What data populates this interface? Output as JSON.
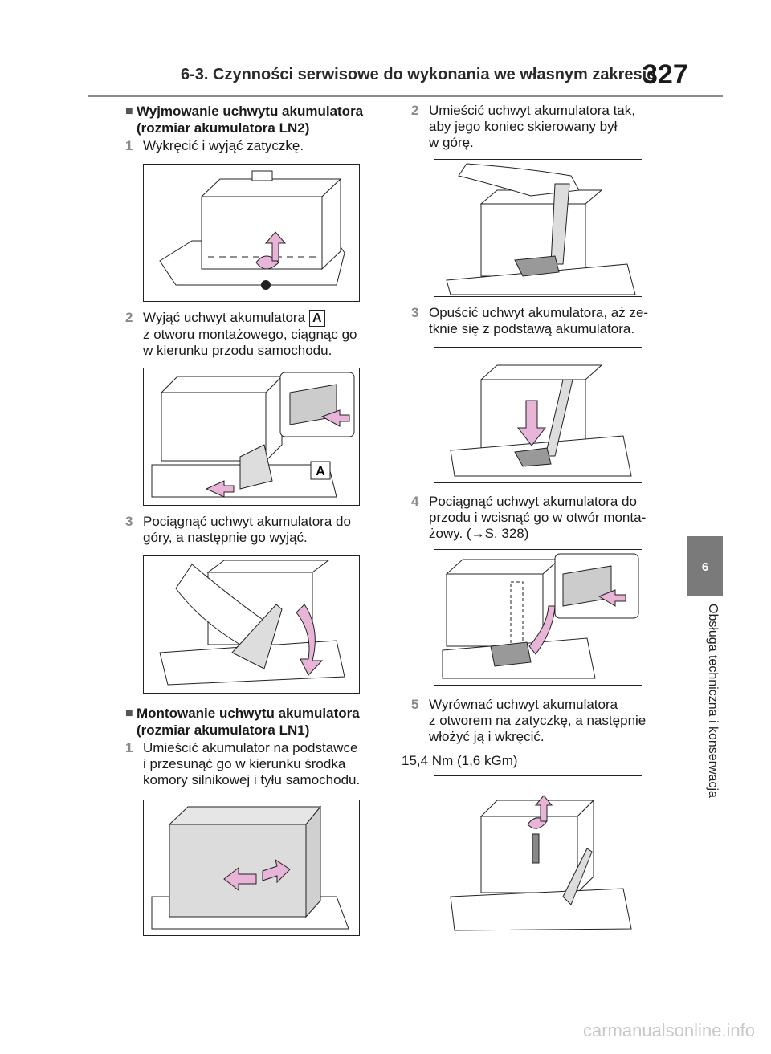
{
  "header": {
    "section_title": "6-3. Czynności serwisowe do wykonania we własnym zakresie",
    "page_number": "327"
  },
  "side_tab": {
    "chapter_number": "6",
    "chapter_label": "Obsługa techniczna i konserwacja"
  },
  "left_column": {
    "heading_1": "Wyjmowanie uchwytu akumulatora (rozmiar akumulatora LN2)",
    "step_1_num": "1",
    "step_1_text": "Wykręcić i wyjąć zatyczkę.",
    "step_2_num": "2",
    "step_2_text_before": "Wyjąć uchwyt akumulatora ",
    "step_2_badge": "A",
    "step_2_text_after": "z otworu montażowego, ciągnąc go\nw kierunku przodu samochodu.",
    "fig_2_callout": "A",
    "step_3_num": "3",
    "step_3_text": "Pociągnąć uchwyt akumulatora do\ngóry, a następnie go wyjąć.",
    "heading_2": "Montowanie uchwytu akumulatora (rozmiar akumulatora LN1)",
    "step_m1_num": "1",
    "step_m1_text": "Umieścić akumulator na podstawce\ni przesunąć go w kierunku środka\nkomory silnikowej i tyłu samochodu."
  },
  "right_column": {
    "step_2_num": "2",
    "step_2_text": "Umieścić uchwyt akumulatora tak,\naby jego koniec skierowany był\nw górę.",
    "step_3_num": "3",
    "step_3_text": "Opuścić uchwyt akumulatora, aż ze-\ntknie się z podstawą akumulatora.",
    "step_4_num": "4",
    "step_4_text": "Pociągnąć uchwyt akumulatora do\nprzodu i wcisnąć go w otwór monta-\nżowy. (→S. 328)",
    "step_5_num": "5",
    "step_5_text": "Wyrównać uchwyt akumulatora\nz otworem na zatyczkę, a następnie\nwłożyć ją i wkręcić.",
    "torque": "15,4 Nm (1,6 kGm)"
  },
  "watermark": "carmanualsonline.info",
  "colors": {
    "arrow_pink": "#e8b4d8",
    "rule_gray": "#8a8a8a",
    "tab_gray": "#7a7a7a"
  }
}
